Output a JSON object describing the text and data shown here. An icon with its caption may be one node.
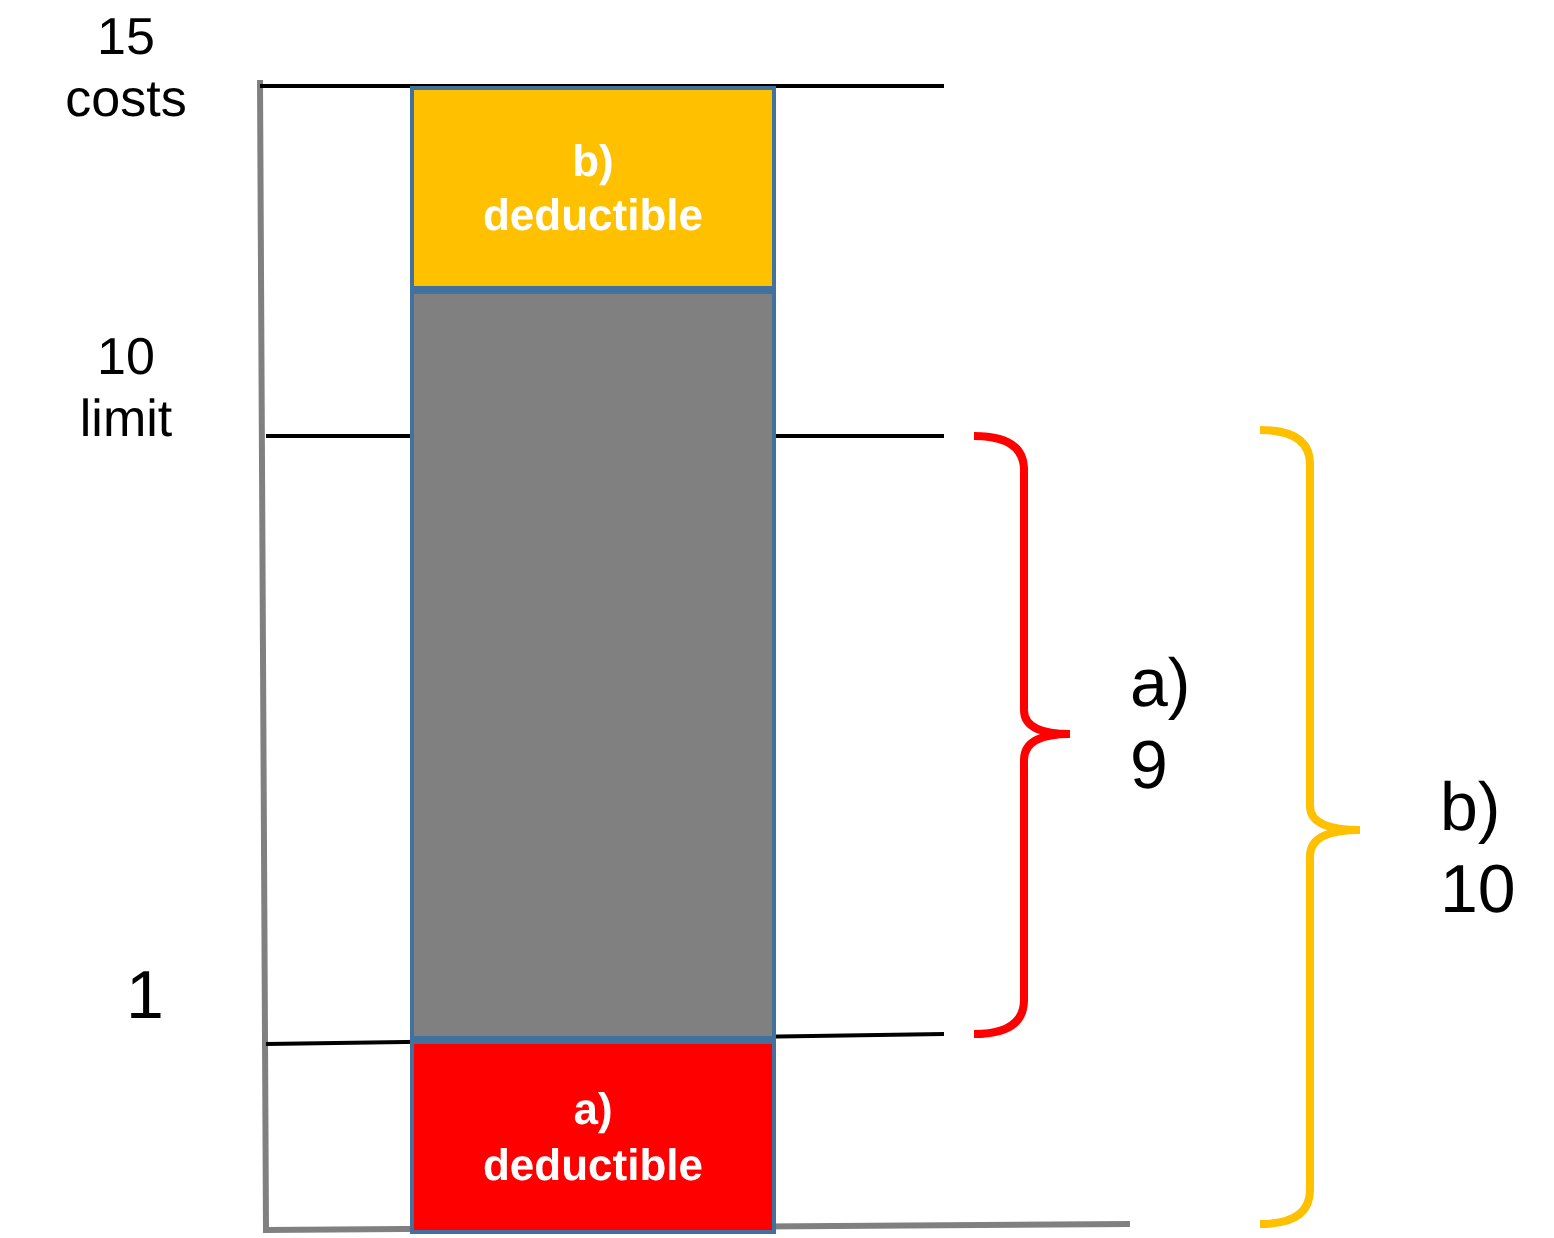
{
  "diagram": {
    "nodes": [
      {
        "text": [
          "b) deductible"
        ]
      },
      {
        "text": [],
        "shape": "box"
      },
      {
        "text": [
          "a) deductible"
        ]
      }
    ],
    "labels": [
      "15 costs",
      "10 limit",
      "1",
      "a) 9",
      "b) 10"
    ]
  }
}
